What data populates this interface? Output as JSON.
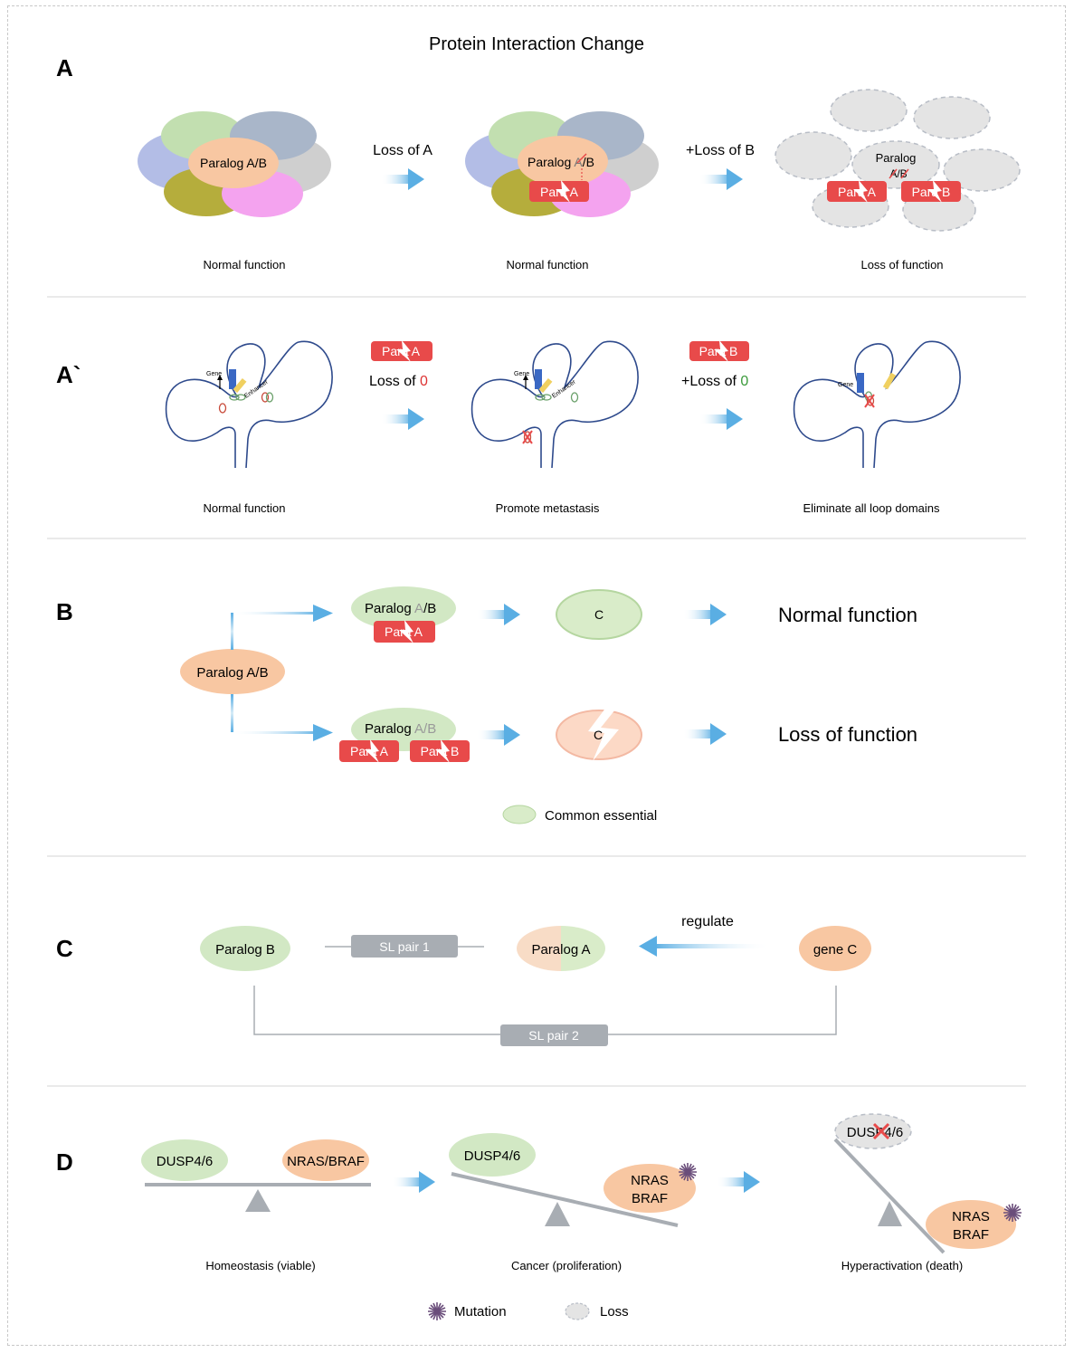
{
  "title": "Protein Interaction Change",
  "panels": {
    "A": {
      "letter": "A",
      "center_label": "Paralog A/B",
      "arrow1": "Loss of A",
      "arrow2": "+Loss of B",
      "para_a": "Para A",
      "para_b": "Para B",
      "center2_prefix": "Paralog ",
      "center2_a": "A",
      "center2_suffix": "/B",
      "center3_line1": "Paralog",
      "center3_line2": "A/B",
      "captions": [
        "Normal function",
        "Normal function",
        "Loss of function"
      ]
    },
    "A2": {
      "letter": "A`",
      "tag1": "Para A",
      "tag2": "Para B",
      "arrow1_text": "Loss of ",
      "arrow1_num": "0",
      "arrow2_text": "+Loss of ",
      "arrow2_num": "0",
      "gene": "Gene",
      "enhancer": "Enhancer",
      "captions": [
        "Normal function",
        "Promote metastasis",
        "Eliminate all loop domains"
      ]
    },
    "B": {
      "letter": "B",
      "source": "Paralog A/B",
      "top_prefix": "Paralog ",
      "top_a": "A",
      "top_suffix": "/B",
      "top_para": "Para A",
      "bottom_prefix": "Paralog ",
      "bottom_ab": "A/B",
      "bottom_para_a": "Para A",
      "bottom_para_b": "Para B",
      "c_label": "C",
      "result_top": "Normal function",
      "result_bottom": "Loss of function",
      "legend": "Common essential"
    },
    "C": {
      "letter": "C",
      "paralog_b": "Paralog B",
      "sl1": "SL pair 1",
      "paralog_a": "Paralog A",
      "regulate": "regulate",
      "gene_c": "gene C",
      "sl2": "SL pair 2"
    },
    "D": {
      "letter": "D",
      "dusp": "DUSP4/6",
      "nras_braf": "NRAS/BRAF",
      "nras": "NRAS",
      "braf": "BRAF",
      "captions": [
        "Homeostasis (viable)",
        "Cancer (proliferation)",
        "Hyperactivation (death)"
      ],
      "legend_mutation": "Mutation",
      "legend_loss": "Loss"
    }
  },
  "colors": {
    "arrow": "#5aaee3",
    "para_red": "#e84a4a",
    "green": "#d2e8c4",
    "orange": "#f8c7a2",
    "gray_pill": "#a8adb3",
    "loss_gray": "#e0e0e0",
    "loop_blue": "#2e4a8c",
    "mutation": "#6a4d7a"
  }
}
